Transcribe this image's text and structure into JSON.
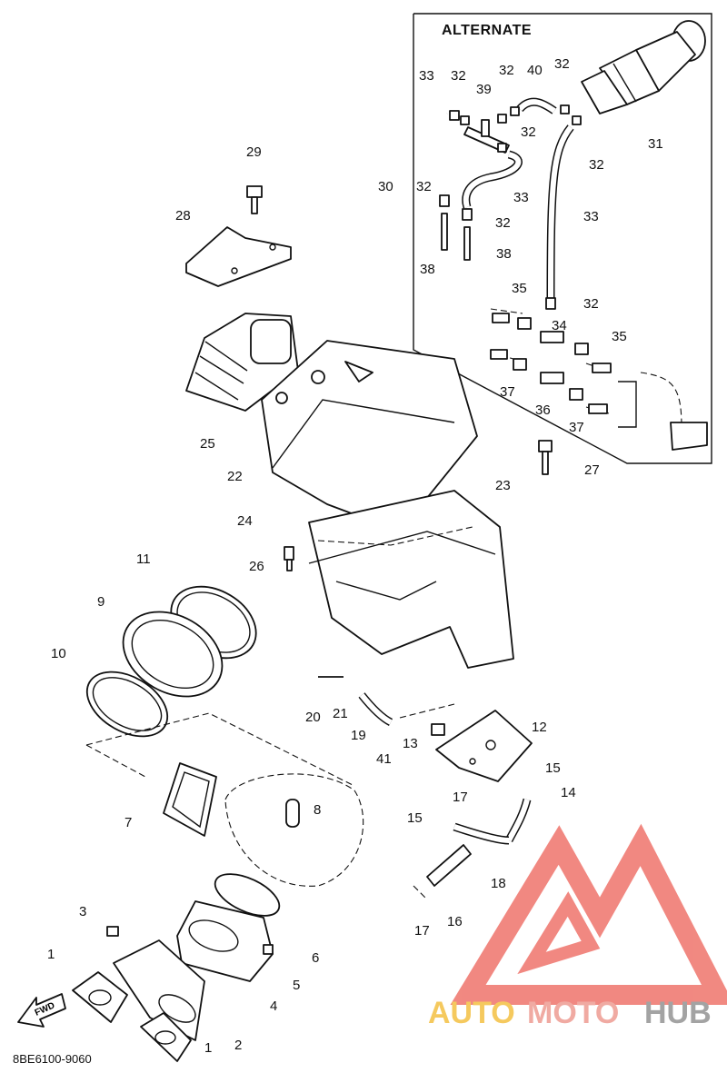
{
  "alternate_box": {
    "title": "ALTERNATE"
  },
  "drawing_code": "8BE6100-9060",
  "fwd_label": "FWD",
  "watermark": {
    "part1": "AUTO",
    "part2": "MOTO",
    "part3": "HUB",
    "colors": {
      "auto": "#f5c95e",
      "moto": "#f0aaa2",
      "hub": "#a3a3a3",
      "triangle": "#ee6b62"
    }
  },
  "labels": {
    "l33a": "33",
    "l32a": "32",
    "l32b": "32",
    "l40": "40",
    "l32c": "32",
    "l39": "39",
    "l32d": "32",
    "l31": "31",
    "l32e": "32",
    "l30": "30",
    "l32f": "32",
    "l33b": "33",
    "l32g": "32",
    "l33c": "33",
    "l38a": "38",
    "l38b": "38",
    "l35a": "35",
    "l32h": "32",
    "l34": "34",
    "l35b": "35",
    "l37a": "37",
    "l36": "36",
    "l37b": "37",
    "l29": "29",
    "l28": "28",
    "l25": "25",
    "l22": "22",
    "l23": "23",
    "l24": "24",
    "l27": "27",
    "l26": "26",
    "l11": "11",
    "l9": "9",
    "l10": "10",
    "l20": "20",
    "l21": "21",
    "l19": "19",
    "l41": "41",
    "l13": "13",
    "l12": "12",
    "l15a": "15",
    "l17a": "17",
    "l14": "14",
    "l15b": "15",
    "l7": "7",
    "l8": "8",
    "l18": "18",
    "l17b": "17",
    "l16": "16",
    "l3": "3",
    "l6": "6",
    "l5": "5",
    "l1a": "1",
    "l4": "4",
    "l2": "2",
    "l1b": "1"
  }
}
